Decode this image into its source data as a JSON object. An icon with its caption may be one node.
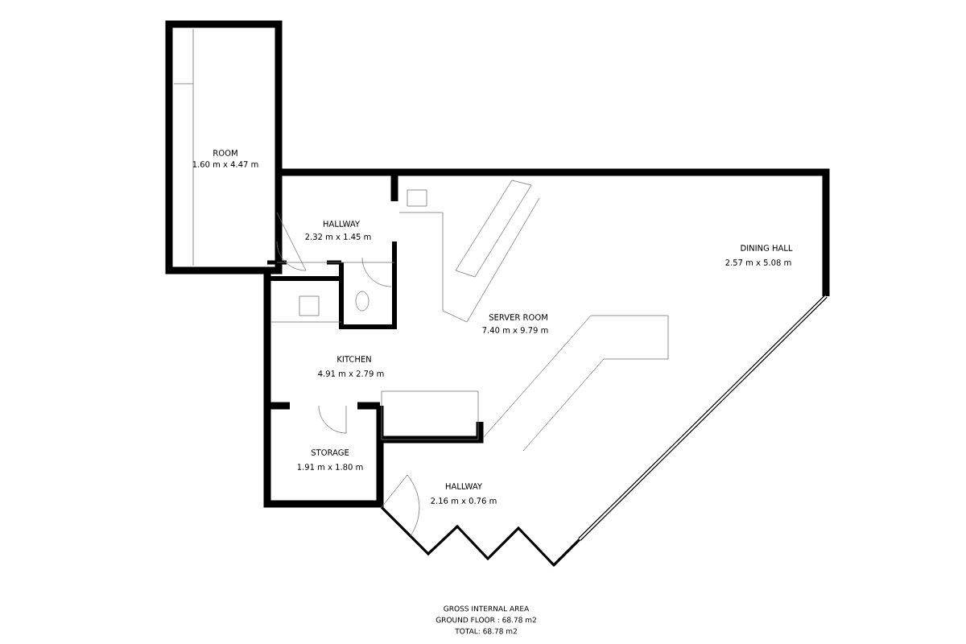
{
  "diagram": {
    "labels": [
      "ROOM",
      "1.60 m x 4.47 m",
      "HALLWAY",
      "2.32 m x 1.45 m",
      "DINING HALL",
      "2.57 m x 5.08 m",
      "SERVER ROOM",
      "7.40 m x 9.79 m",
      "KITCHEN",
      "4.91 m x 2.79 m",
      "STORAGE",
      "1.91 m x 1.80 m",
      "HALLWAY",
      "2.16 m x 0.76 m",
      "GROSS INTERNAL AREA",
      "GROUND FLOOR : 68.78 m2",
      "TOTAL: 68.78 m2"
    ]
  }
}
